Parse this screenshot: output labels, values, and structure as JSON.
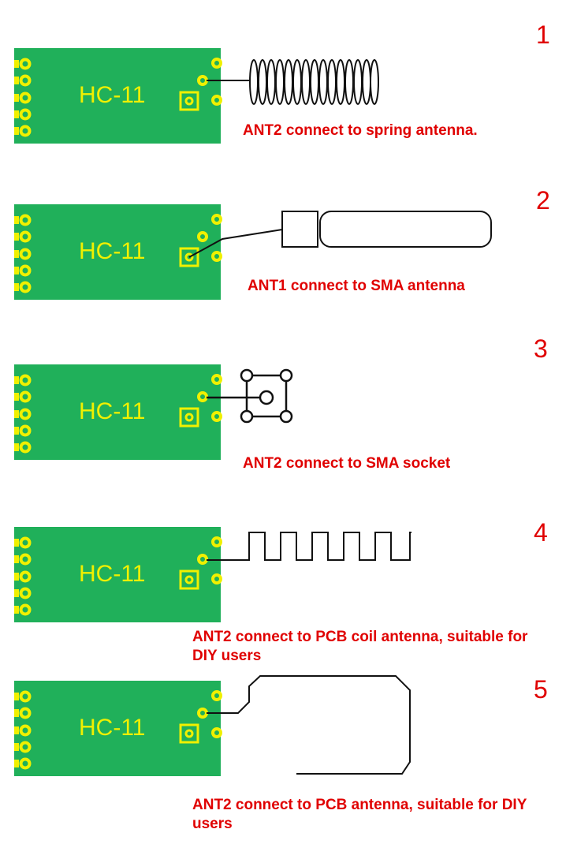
{
  "colors": {
    "board": "#20b05a",
    "pad": "#f0f000",
    "caption": "#e00000",
    "line": "#222222"
  },
  "sections": [
    {
      "number": "1",
      "module_label": "HC-11",
      "antenna": "spring-antenna",
      "caption": "ANT2 connect to spring antenna."
    },
    {
      "number": "2",
      "module_label": "HC-11",
      "antenna": "sma-antenna",
      "caption": "ANT1 connect to SMA antenna"
    },
    {
      "number": "3",
      "module_label": "HC-11",
      "antenna": "sma-socket",
      "caption": "ANT2 connect to SMA socket"
    },
    {
      "number": "4",
      "module_label": "HC-11",
      "antenna": "pcb-coil-antenna",
      "caption": "ANT2 connect to PCB coil antenna, suitable for DIY users"
    },
    {
      "number": "5",
      "module_label": "HC-11",
      "antenna": "pcb-antenna",
      "caption": "ANT2 connect to PCB antenna, suitable for DIY users"
    }
  ]
}
